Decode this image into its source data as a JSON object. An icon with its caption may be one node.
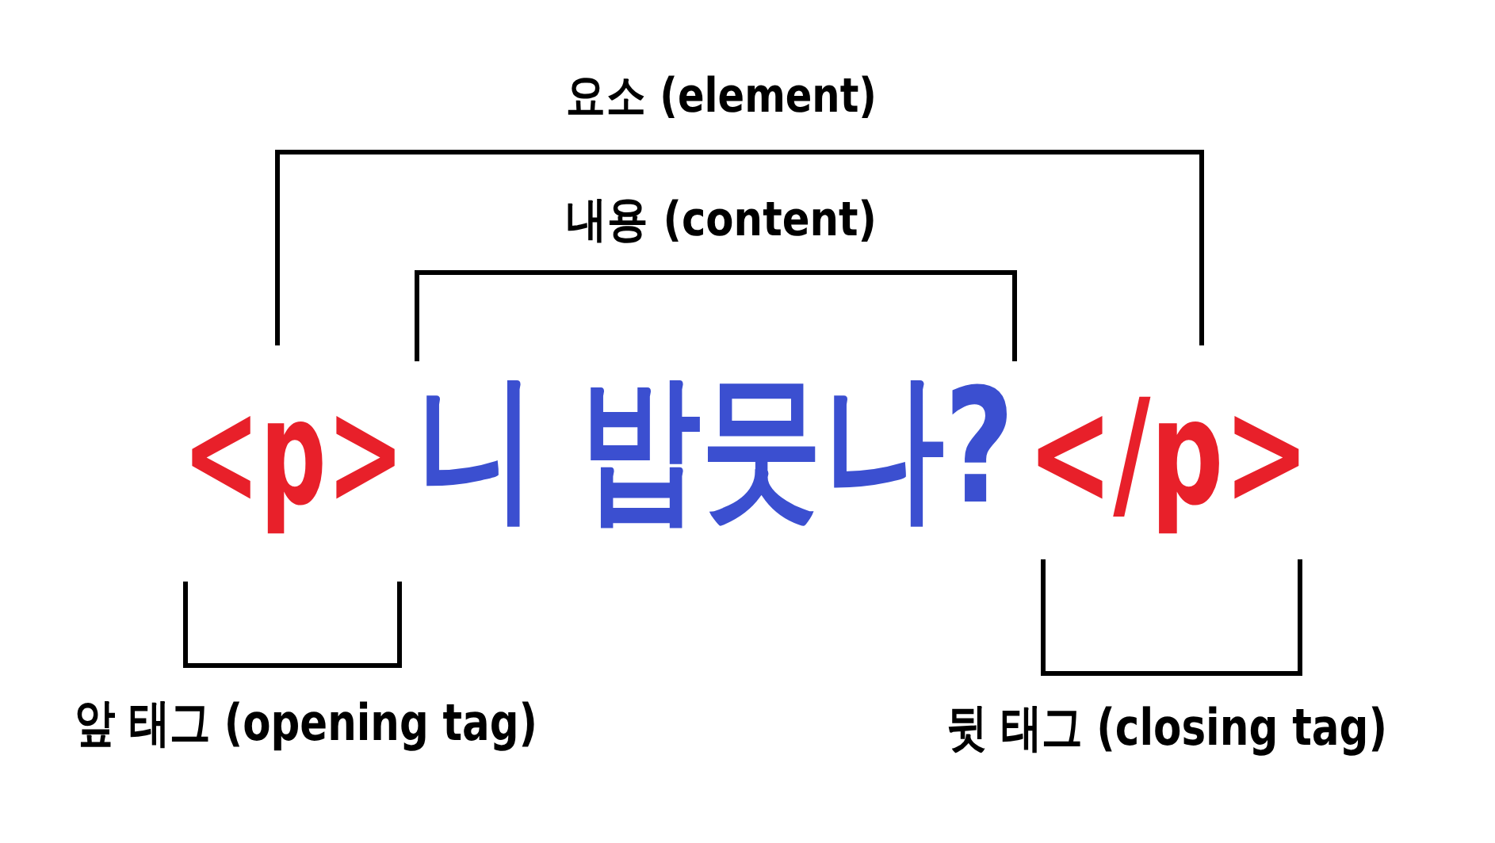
{
  "diagram": {
    "labels": [
      "요소 (element)",
      "내용 (content)",
      "<p>",
      "니 밥뭇나?",
      "</p>",
      "앞 태그 (opening tag)",
      "뒷 태그 (closing tag)"
    ]
  }
}
